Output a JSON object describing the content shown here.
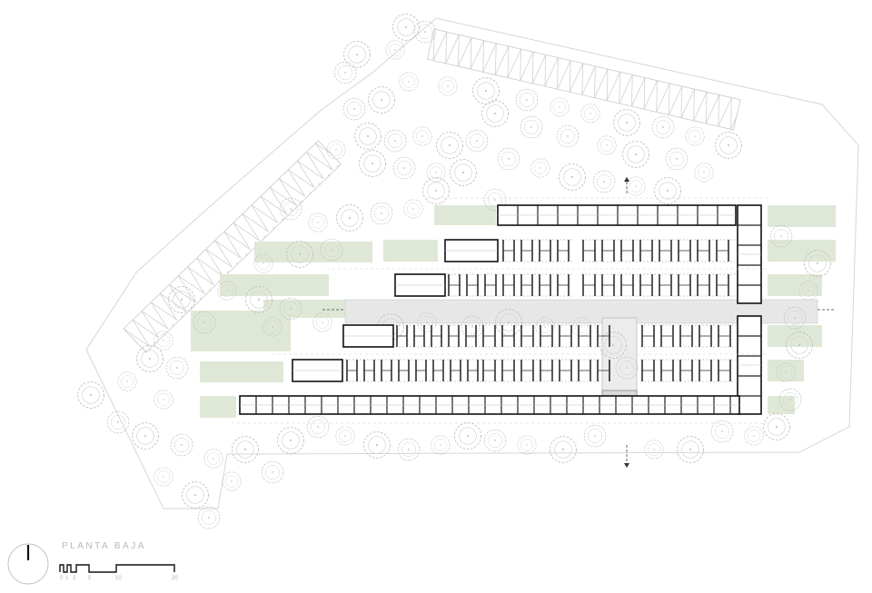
{
  "drawing": {
    "title": "PLANTA BAJA",
    "scale_bar": {
      "labels": [
        "0",
        "1",
        "2",
        "5",
        "10",
        "20"
      ],
      "units_meters": [
        0,
        1,
        2,
        5,
        10,
        20
      ]
    },
    "north_arrow": "north-arrow-icon",
    "colors": {
      "tree_outline": "#b9b9b9",
      "green_area": "#dfe8d6",
      "paving": "#e7e7e7",
      "wall": "#111111",
      "site_line": "#cfcfcf"
    }
  }
}
